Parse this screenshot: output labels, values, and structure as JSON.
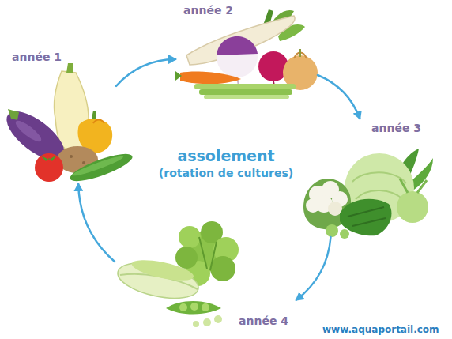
{
  "diagram": {
    "title": "assolement",
    "nodes": [
      {
        "text": [
          "année 1"
        ]
      },
      {
        "text": [
          "année 2"
        ]
      },
      {
        "text": [
          "année 3"
        ]
      },
      {
        "text": [
          "année 4"
        ]
      }
    ],
    "edges": [
      {
        "from": 0,
        "to": 1,
        "arrow": "to"
      },
      {
        "from": 1,
        "to": 2,
        "arrow": "to"
      },
      {
        "from": 2,
        "to": 3,
        "arrow": "to"
      },
      {
        "from": 3,
        "to": 0,
        "arrow": "to"
      }
    ],
    "labels": [
      "(rotation de cultures)",
      "www.aquaportail.com"
    ]
  }
}
